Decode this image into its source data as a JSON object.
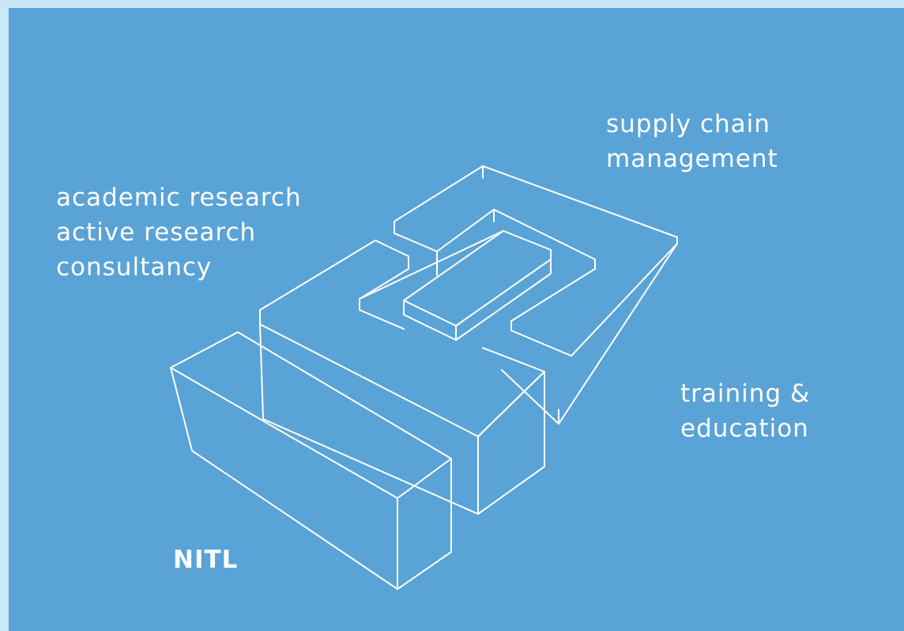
{
  "colors": {
    "page_border": "#c9e8f7",
    "background": "#5aa3d6",
    "line": "#ffffff",
    "text": "#ffffff"
  },
  "labels": {
    "supply_chain": [
      "supply chain",
      "management"
    ],
    "research": [
      "academic research",
      "active research",
      "consultancy"
    ],
    "training": [
      "training &",
      "education"
    ],
    "nitl": "NITL"
  }
}
